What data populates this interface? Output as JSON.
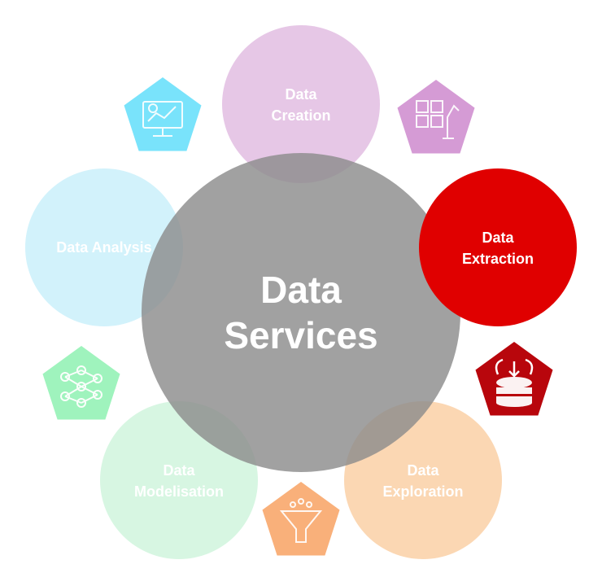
{
  "center": {
    "line1": "Data",
    "line2": "Services",
    "color": "#9a9a9a"
  },
  "nodes": {
    "creation": {
      "line1": "Data",
      "line2": "Creation",
      "color": "#e6c7e6"
    },
    "extraction": {
      "line1": "Data",
      "line2": "Extraction",
      "color": "#e00000"
    },
    "exploration": {
      "line1": "Data",
      "line2": "Exploration",
      "color": "#fbd7b3"
    },
    "modelisation": {
      "line1": "Data",
      "line2": "Modelisation",
      "color": "#d7f6e2"
    },
    "analysis": {
      "label": "Data Analysis",
      "color": "#d2f2fb"
    }
  },
  "icons": {
    "analytics": {
      "name": "analytics-monitor-icon",
      "color": "#79e3fb"
    },
    "annotation": {
      "name": "annotation-robot-icon",
      "color": "#d59bd5"
    },
    "database": {
      "name": "database-stack-icon",
      "color": "#b8060c"
    },
    "funnel": {
      "name": "data-funnel-icon",
      "color": "#f9b07a"
    },
    "network": {
      "name": "neural-network-icon",
      "color": "#9ff3bd"
    }
  }
}
